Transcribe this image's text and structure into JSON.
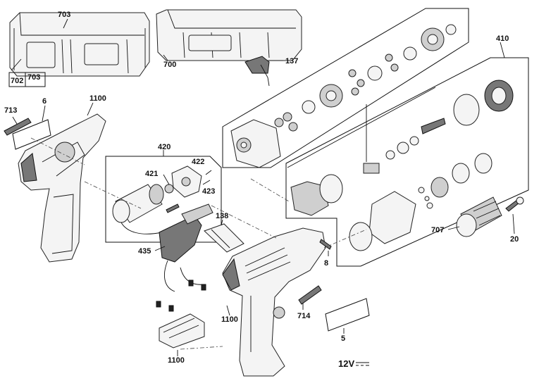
{
  "labels": {
    "p703_top": "703",
    "p700": "700",
    "p702": "702",
    "p703_box": "703",
    "p137": "137",
    "p410": "410",
    "p713": "713",
    "p6": "6",
    "p1100_top": "1100",
    "p420": "420",
    "p421": "421",
    "p422": "422",
    "p423": "423",
    "p138": "138",
    "p435": "435",
    "p8": "8",
    "p707": "707",
    "p20": "20",
    "p714": "714",
    "p1100_mid": "1100",
    "p5": "5",
    "p1100_bottom": "1100",
    "voltage": "12V"
  }
}
